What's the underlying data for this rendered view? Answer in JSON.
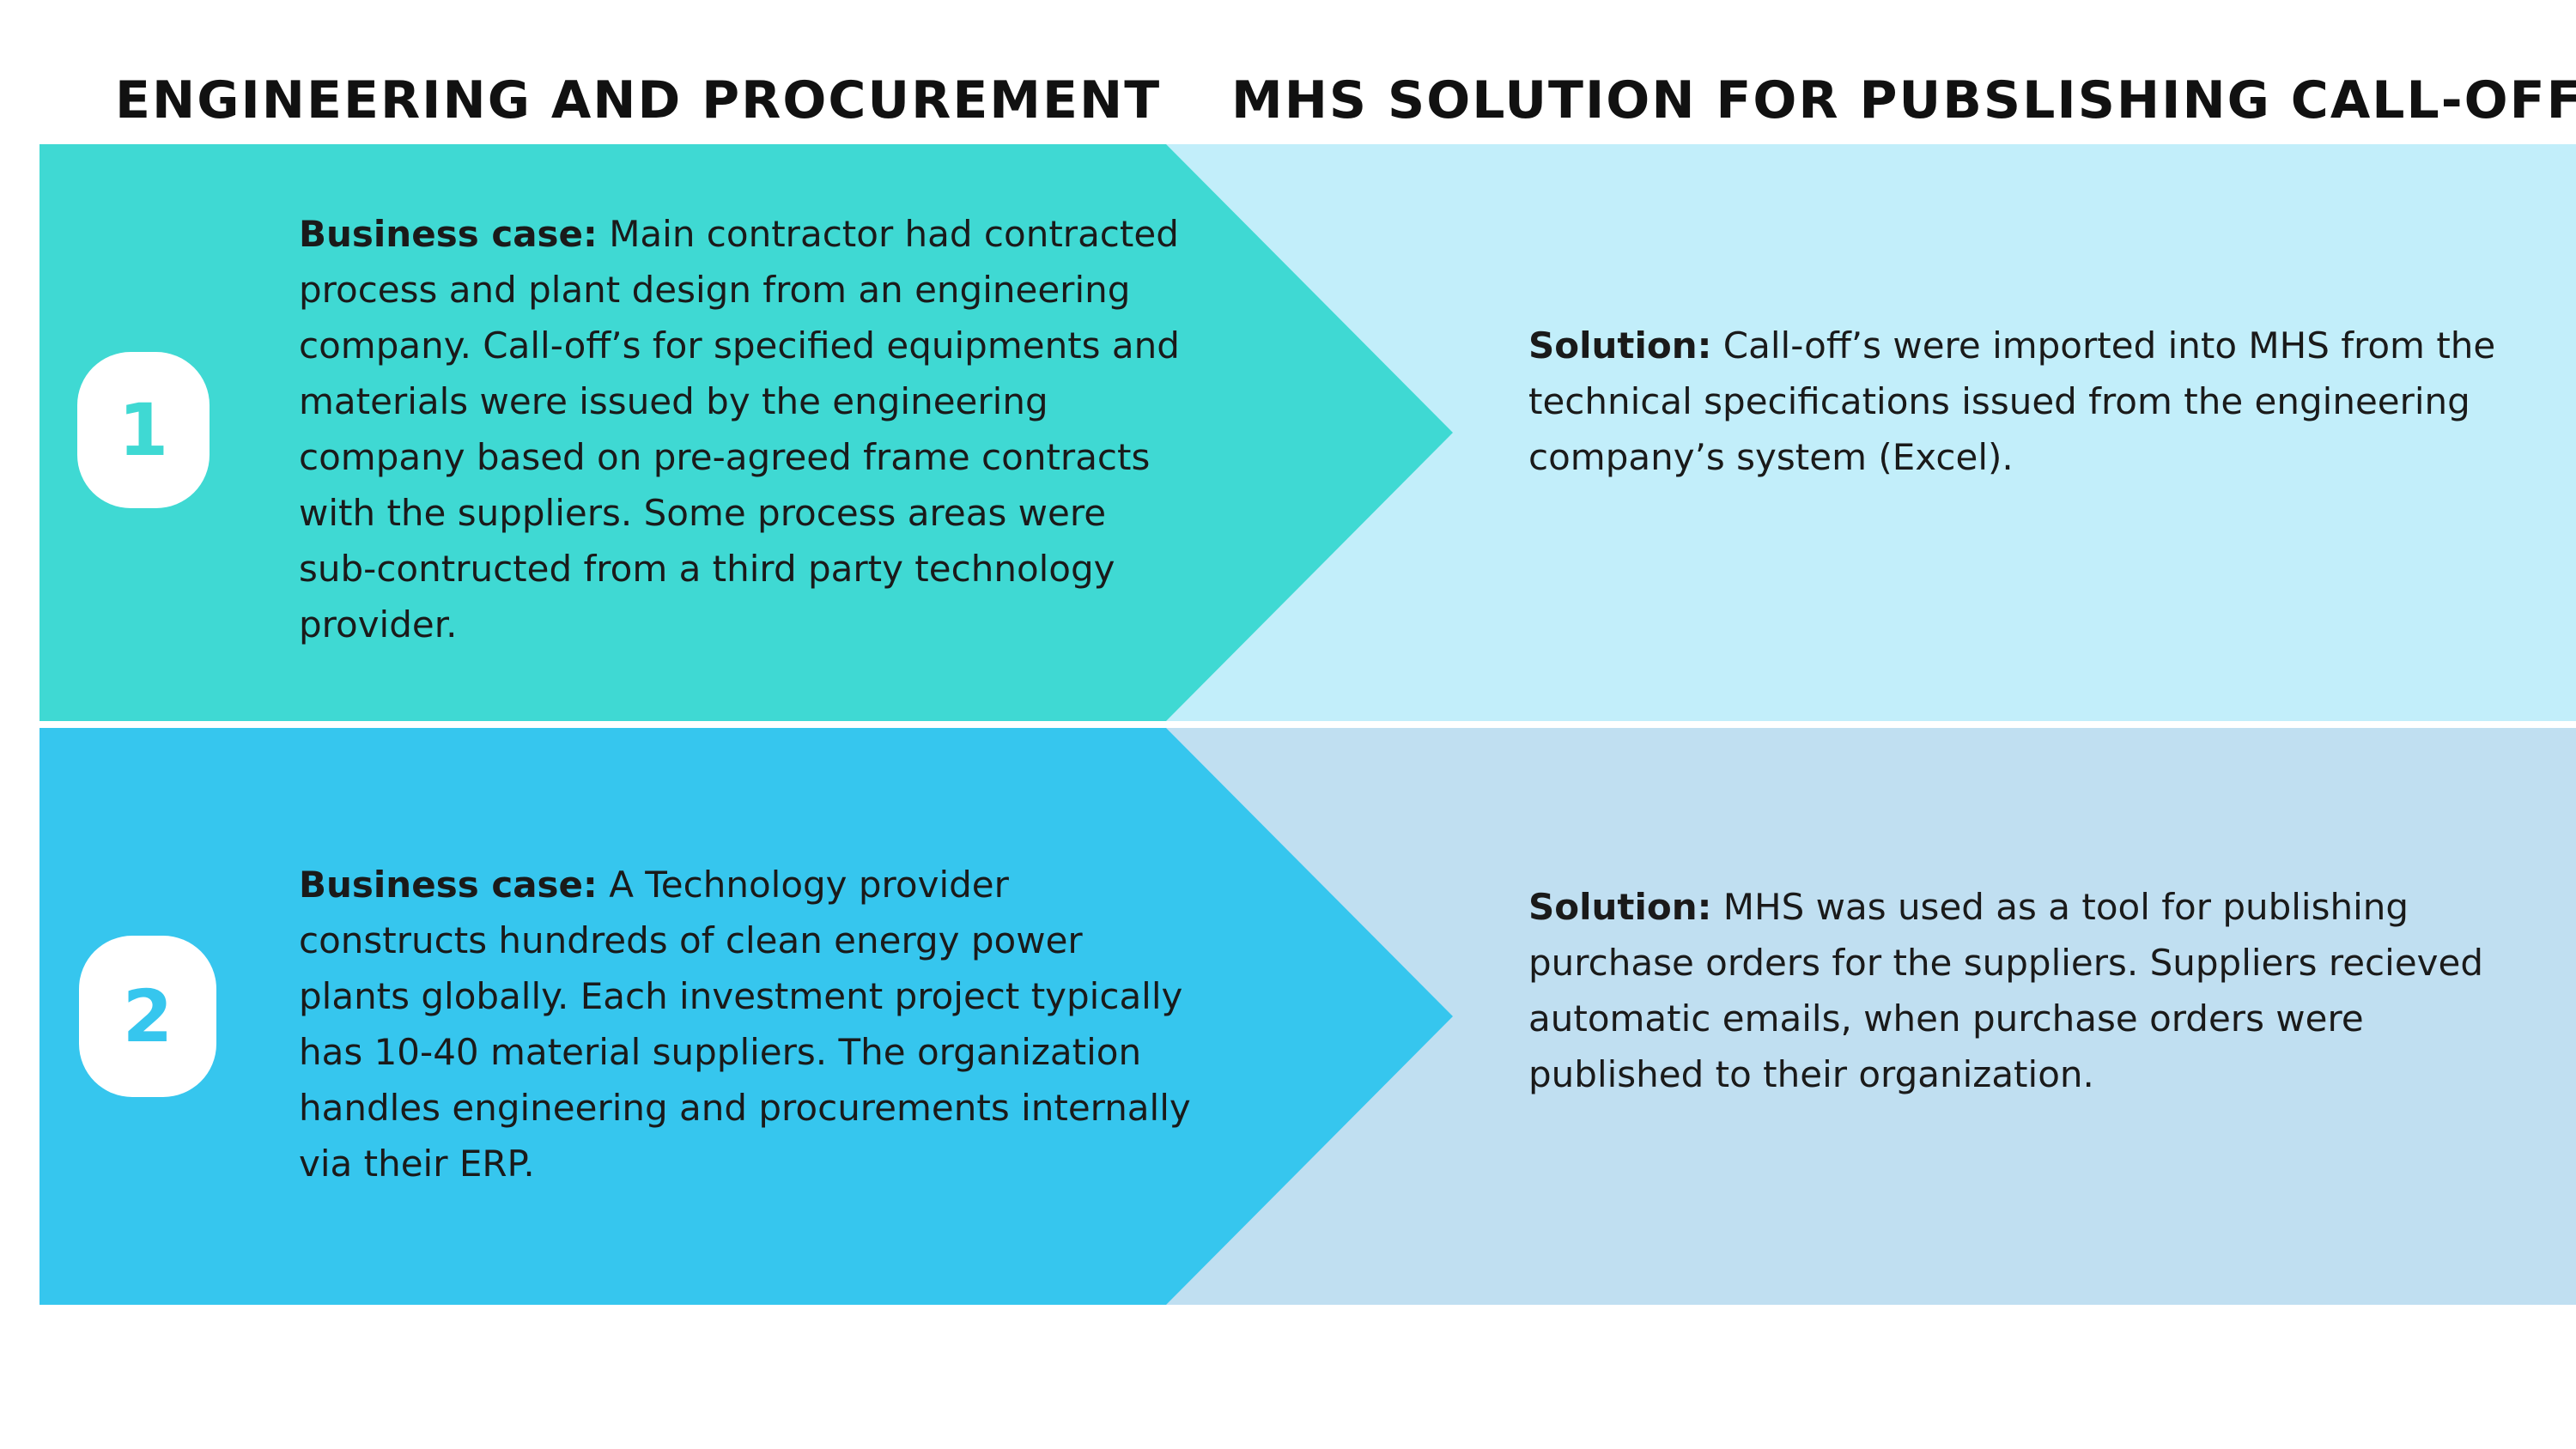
{
  "headings": {
    "left": "ENGINEERING AND PROCUREMENT",
    "right": "MHS SOLUTION FOR PUBSLISHING CALL-OFF'S"
  },
  "colors": {
    "row1_left": "#3fd9d3",
    "row1_right": "#c2eefa",
    "row2_left": "#36c6ee",
    "row2_right": "#c0dff1",
    "separator": "#ffffff"
  },
  "rows": [
    {
      "number": "1",
      "case_label": "Business case:",
      "case_text": " Main contractor had contracted process and plant design from an engineering company. Call-off’s for specified equipments and materials were issued by the engineering company based on pre-agreed frame contracts with the suppliers. Some process areas were sub-contructed from a third party technology provider.",
      "solution_label": "Solution:",
      "solution_text": " Call-off’s were imported into MHS from the technical specifications issued from the engineering company’s system (Excel)."
    },
    {
      "number": "2",
      "case_label": "Business case:",
      "case_text": " A Technology provider constructs hundreds of clean energy power plants globally. Each investment project typically has 10-40 material suppliers. The organization handles engineering and procurements internally via their ERP.",
      "solution_label": "Solution:",
      "solution_text": " MHS was used as a tool for publishing purchase orders for the suppliers. Suppliers recieved automatic emails, when purchase orders were published to their organization."
    }
  ]
}
